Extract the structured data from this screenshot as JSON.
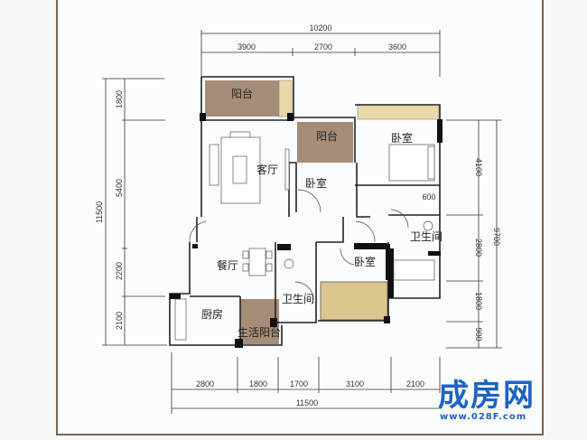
{
  "dimensions": {
    "top_total": "10200",
    "top_segments": [
      "3900",
      "2700",
      "3600"
    ],
    "left_total": "11500",
    "left_segments": [
      "1800",
      "5400",
      "2200",
      "2100"
    ],
    "right_total": "9700",
    "right_segments": [
      "4100",
      "2800",
      "1800",
      "900"
    ],
    "bottom_total": "11500",
    "bottom_segments": [
      "2800",
      "1800",
      "1700",
      "3100",
      "2100"
    ]
  },
  "rooms": {
    "balcony_main": "阳台",
    "balcony_secondary": "阳台",
    "living_room": "客厅",
    "bedroom_small": "卧室",
    "bedroom_master": "卧室",
    "bedroom_third": "卧室",
    "dining_room": "餐厅",
    "kitchen": "厨房",
    "utility_balcony": "生活阳台",
    "bathroom_master": "卫生间",
    "bathroom_common": "卫生间",
    "closet_mark": "600"
  },
  "colors": {
    "balcony": "#a68d78",
    "cabinet": "#e9d9a8",
    "bed": "#dcc68f",
    "wall": "#111111",
    "frame": "#7a6550",
    "brand": "#1b63c6"
  },
  "logo": {
    "name": "成房网",
    "url": "www.028F.com"
  }
}
